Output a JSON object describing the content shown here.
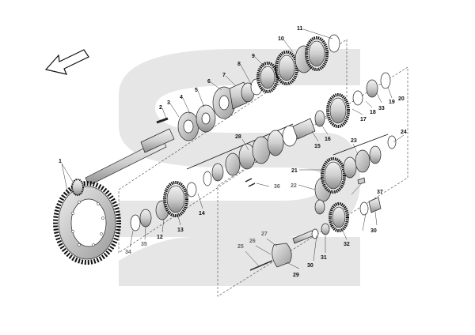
{
  "diagram": {
    "part_labels": [
      "1",
      "2",
      "3",
      "4",
      "5",
      "6",
      "7",
      "8",
      "9",
      "10",
      "11",
      "12",
      "13",
      "14",
      "15",
      "16",
      "17",
      "18",
      "19",
      "20",
      "21",
      "22",
      "23",
      "24",
      "25",
      "26",
      "27",
      "28",
      "29",
      "30",
      "30",
      "31",
      "32",
      "33",
      "34",
      "35",
      "36",
      "37"
    ]
  }
}
